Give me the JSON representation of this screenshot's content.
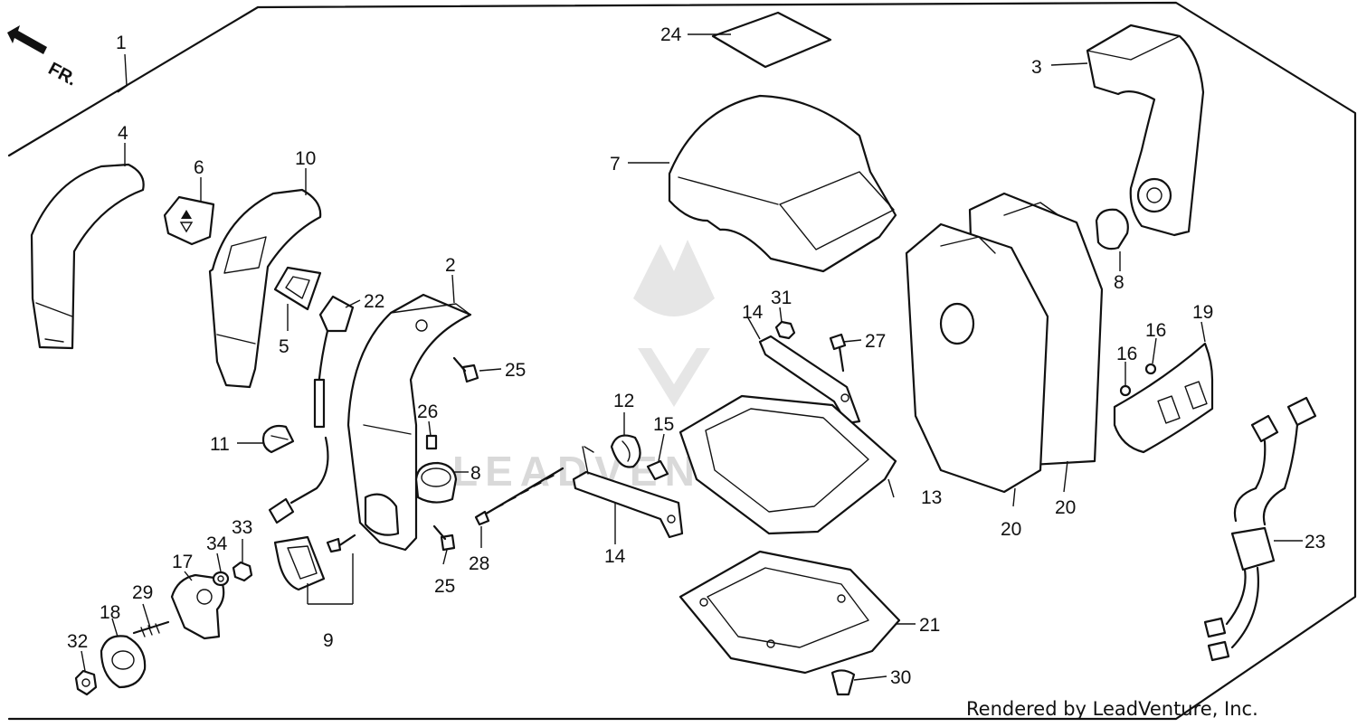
{
  "direction_indicator": {
    "label": "FR."
  },
  "watermark": {
    "text": "LEADVENTURE"
  },
  "credit": {
    "text": "Rendered by LeadVenture, Inc."
  },
  "callouts": {
    "c1": "1",
    "c2": "2",
    "c3": "3",
    "c4": "4",
    "c5": "5",
    "c6": "6",
    "c7": "7",
    "c8a": "8",
    "c8b": "8",
    "c9": "9",
    "c10": "10",
    "c11": "11",
    "c12": "12",
    "c13": "13",
    "c14a": "14",
    "c14b": "14",
    "c15": "15",
    "c16a": "16",
    "c16b": "16",
    "c17": "17",
    "c18": "18",
    "c19": "19",
    "c20a": "20",
    "c20b": "20",
    "c21": "21",
    "c22": "22",
    "c23": "23",
    "c24": "24",
    "c25a": "25",
    "c25b": "25",
    "c26": "26",
    "c27": "27",
    "c28": "28",
    "c29": "29",
    "c30": "30",
    "c31": "31",
    "c32": "32",
    "c33": "33",
    "c34": "34"
  }
}
